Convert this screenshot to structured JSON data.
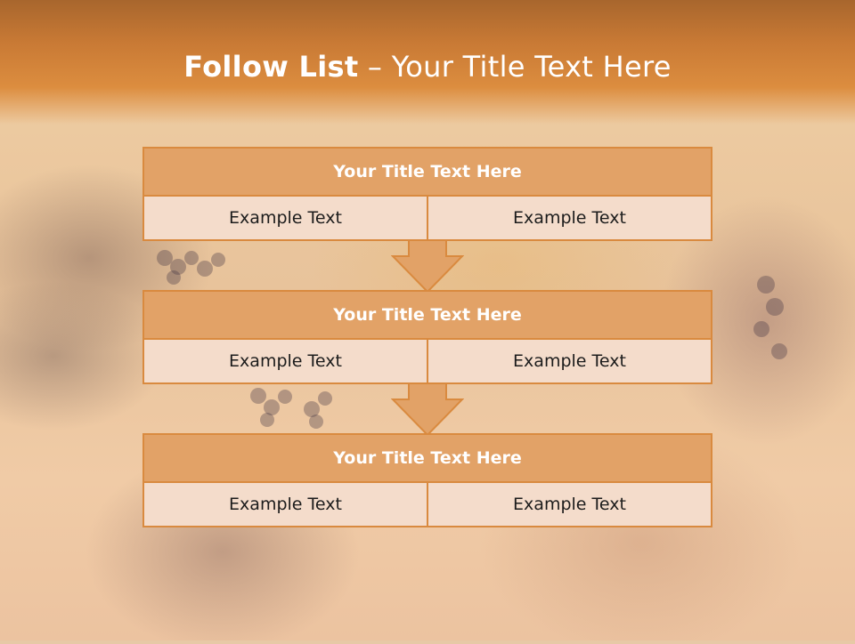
{
  "slide": {
    "title_bold": "Follow List",
    "title_rest": " – Your Title Text Here"
  },
  "steps": [
    {
      "title": "Your Title Text Here",
      "left": "Example Text",
      "right": "Example Text"
    },
    {
      "title": "Your Title Text Here",
      "left": "Example Text",
      "right": "Example Text"
    },
    {
      "title": "Your Title Text Here",
      "left": "Example Text",
      "right": "Example Text"
    }
  ],
  "colors": {
    "accent": "#d98a3f",
    "header_fill": "#e2a267",
    "cell_fill": "#f4dccb",
    "title_text": "#ffffff"
  },
  "icons": [
    "down-arrow-icon"
  ]
}
